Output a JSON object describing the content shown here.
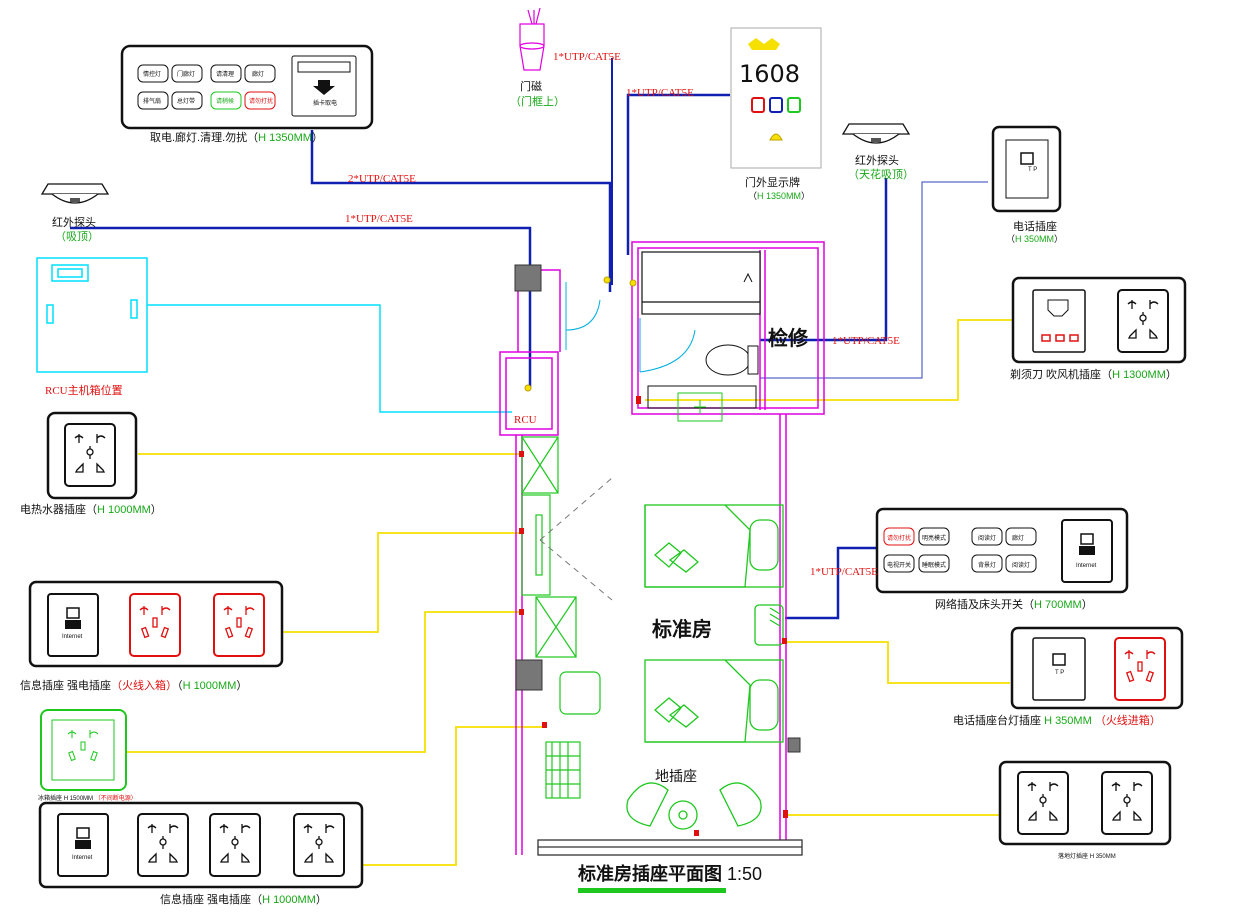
{
  "title": {
    "main": "标准房插座平面图",
    "scale": "1:50"
  },
  "room": {
    "label": "标准房",
    "service": "检修",
    "floor_socket": "地插座",
    "rcu_tag": "RCU"
  },
  "cables": {
    "one_utp": "1*UTP/CAT5E",
    "two_utp": "2*UTP/CAT5E"
  },
  "devices": {
    "card_panel": {
      "name": "取电.廊灯.清理.勿扰",
      "height": "H 1350MM",
      "btn1": "情控灯",
      "btn2": "门廊灯",
      "btn3": "请清理",
      "btn4": "廊灯",
      "btn5": "排气扇",
      "btn6": "总灯带",
      "btn7": "请稍候",
      "btn8": "请勿打扰",
      "slot": "插卡取电"
    },
    "door_magnet": {
      "name": "门磁",
      "note": "门框上"
    },
    "door_display": {
      "name": "门外显示牌",
      "height": "H 1350MM",
      "room_number": "1608"
    },
    "ir_ceiling": {
      "name": "红外探头",
      "note": "天花吸顶"
    },
    "ir_left": {
      "name": "红外探头",
      "note": "吸顶"
    },
    "phone_socket": {
      "name": "电话插座",
      "height": "H 350MM",
      "jack": "T P"
    },
    "rcu_box": {
      "name": "RCU主机箱位置"
    },
    "shaver": {
      "name": "剃须刀 吹风机插座",
      "height": "H 1300MM"
    },
    "water_heater": {
      "name": "电热水器插座",
      "height": "H 1000MM"
    },
    "info_power_1": {
      "name": "信息插座 强电插座",
      "note": "火线入箱",
      "height": "H 1000MM",
      "jack": "Internet"
    },
    "network_bedhead": {
      "name": "网络插及床头开关",
      "height": "H 700MM",
      "jack": "Internet",
      "b1": "请勿打扰",
      "b2": "明亮模式",
      "b3": "阅读灯",
      "b4": "廊灯",
      "b5": "电视开关",
      "b6": "睡眠模式",
      "b7": "背景灯",
      "b8": "阅读灯"
    },
    "phone_lamp": {
      "name": "电话插座台灯插座",
      "height": "H 350MM",
      "note": "火线进箱",
      "jack": "T P"
    },
    "fridge": {
      "name": "冰箱插座",
      "height": "H 1500MM",
      "note": "不间断电源"
    },
    "info_power_2": {
      "name": "信息插座 强电插座",
      "height": "H 1000MM",
      "jack": "Internet"
    },
    "floor_lamp": {
      "name": "落地灯插座",
      "height": "H 350MM"
    }
  },
  "colors": {
    "wall": "#e000e0",
    "furniture": "#1ec81e",
    "power_wire": "#f5e000",
    "data_wire": "#1020b0",
    "rcu_wire": "#00e0ff",
    "label_red": "#e01010",
    "height_green": "#17a817"
  }
}
